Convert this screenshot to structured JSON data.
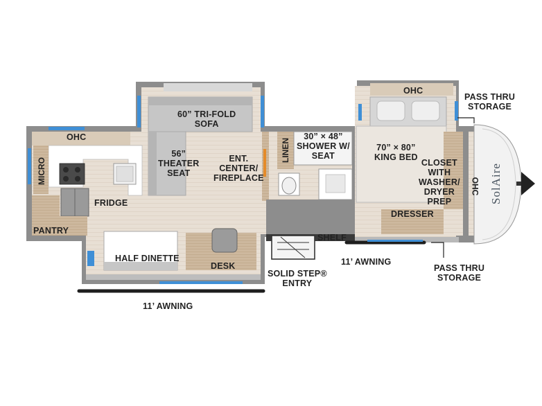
{
  "labels": {
    "ohc_kitchen": "OHC",
    "micro": "MICRO",
    "fridge": "FRIDGE",
    "pantry": "PANTRY",
    "sofa_line1": "60” TRI-FOLD",
    "sofa_line2": "SOFA",
    "theater_line1": "56”",
    "theater_line2": "THEATER",
    "theater_line3": "SEAT",
    "ent_line1": "ENT.",
    "ent_line2": "CENTER/",
    "ent_line3": "FIREPLACE",
    "linen": "LINEN",
    "shower_line1": "30” × 48”",
    "shower_line2": "SHOWER W/",
    "shower_line3": "SEAT",
    "half_dinette": "HALF DINETTE",
    "desk": "DESK",
    "shelf": "SHELF",
    "ohc_bedroom": "OHC",
    "bed_line1": "70” × 80”",
    "bed_line2": "KING BED",
    "closet_line1": "CLOSET",
    "closet_line2": "WITH",
    "closet_line3": "WASHER/",
    "closet_line4": "DRYER",
    "closet_line5": "PREP",
    "dresser": "DRESSER",
    "ohc_front": "OHC",
    "pass_thru_top_line1": "PASS THRU",
    "pass_thru_top_line2": "STORAGE",
    "pass_thru_bottom_line1": "PASS THRU",
    "pass_thru_bottom_line2": "STORAGE",
    "awning_right": "11’ AWNING",
    "awning_left": "11’ AWNING",
    "entry_line1": "SOLID STEP®",
    "entry_line2": "ENTRY",
    "logo": "SolAire"
  },
  "colors": {
    "wall": "#8c8c8c",
    "floor": "#e6ddd2",
    "wood": "#cbb59a",
    "counter": "#ffffff",
    "fabric": "#c9c9c9",
    "window": "#3f8fd6",
    "awning": "#222222"
  }
}
